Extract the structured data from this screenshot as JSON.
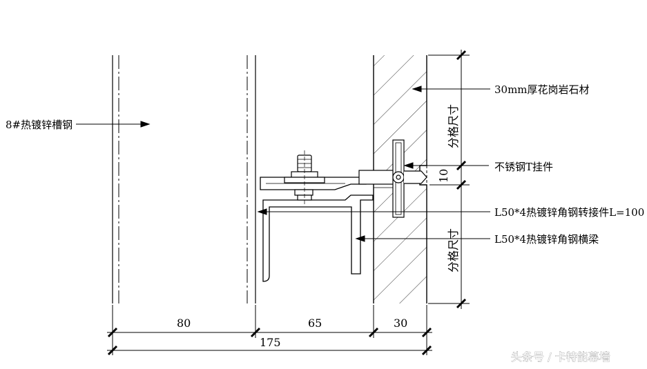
{
  "labels": {
    "channel_steel": "8#热镀锌槽钢",
    "granite": "30mm厚花岗岩石材",
    "t_hanger": "不锈钢T挂件",
    "angle_connector": "L50*4热镀锌角钢转接件L=100",
    "angle_beam": "L50*4热镀锌角钢横梁",
    "grid_size_top": "分格尺寸",
    "grid_size_bottom": "分格尺寸",
    "gap": "10"
  },
  "dimensions": {
    "d1": "80",
    "d2": "65",
    "d3": "30",
    "total": "175"
  },
  "watermark": "头条号 / 卡特能幕墙",
  "colors": {
    "line": "#000000",
    "background": "#ffffff",
    "watermark": "#ffffff"
  }
}
